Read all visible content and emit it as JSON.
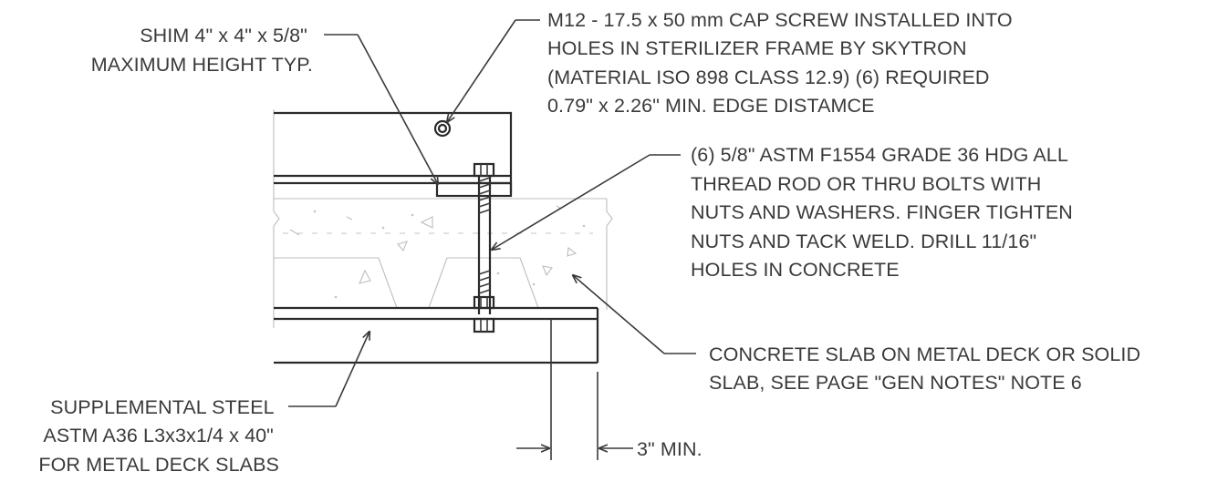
{
  "notes": {
    "shim": {
      "lines": [
        "SHIM 4\" x 4\" x 5/8\"",
        "MAXIMUM HEIGHT TYP."
      ]
    },
    "cap_screw": {
      "lines": [
        "M12 - 17.5 x 50 mm CAP SCREW INSTALLED INTO",
        "HOLES IN STERILIZER FRAME BY SKYTRON",
        "(MATERIAL ISO 898 CLASS 12.9)  (6) REQUIRED",
        "0.79\" x 2.26\" MIN. EDGE DISTAMCE"
      ]
    },
    "thread_rod": {
      "lines": [
        "(6) 5/8\" ASTM F1554 GRADE 36 HDG ALL",
        "THREAD ROD OR THRU BOLTS WITH",
        "NUTS AND WASHERS.  FINGER TIGHTEN",
        "NUTS AND TACK WELD.  DRILL 11/16\"",
        "HOLES IN CONCRETE"
      ]
    },
    "concrete": {
      "lines": [
        "CONCRETE SLAB ON METAL DECK OR SOLID",
        "SLAB, SEE PAGE \"GEN NOTES\" NOTE 6"
      ]
    },
    "supplemental_steel": {
      "lines": [
        "SUPPLEMENTAL STEEL",
        "ASTM A36 L3x3x1/4 x 40\"",
        "FOR METAL DECK SLABS"
      ]
    },
    "dimension": {
      "label": "3\" MIN."
    }
  }
}
